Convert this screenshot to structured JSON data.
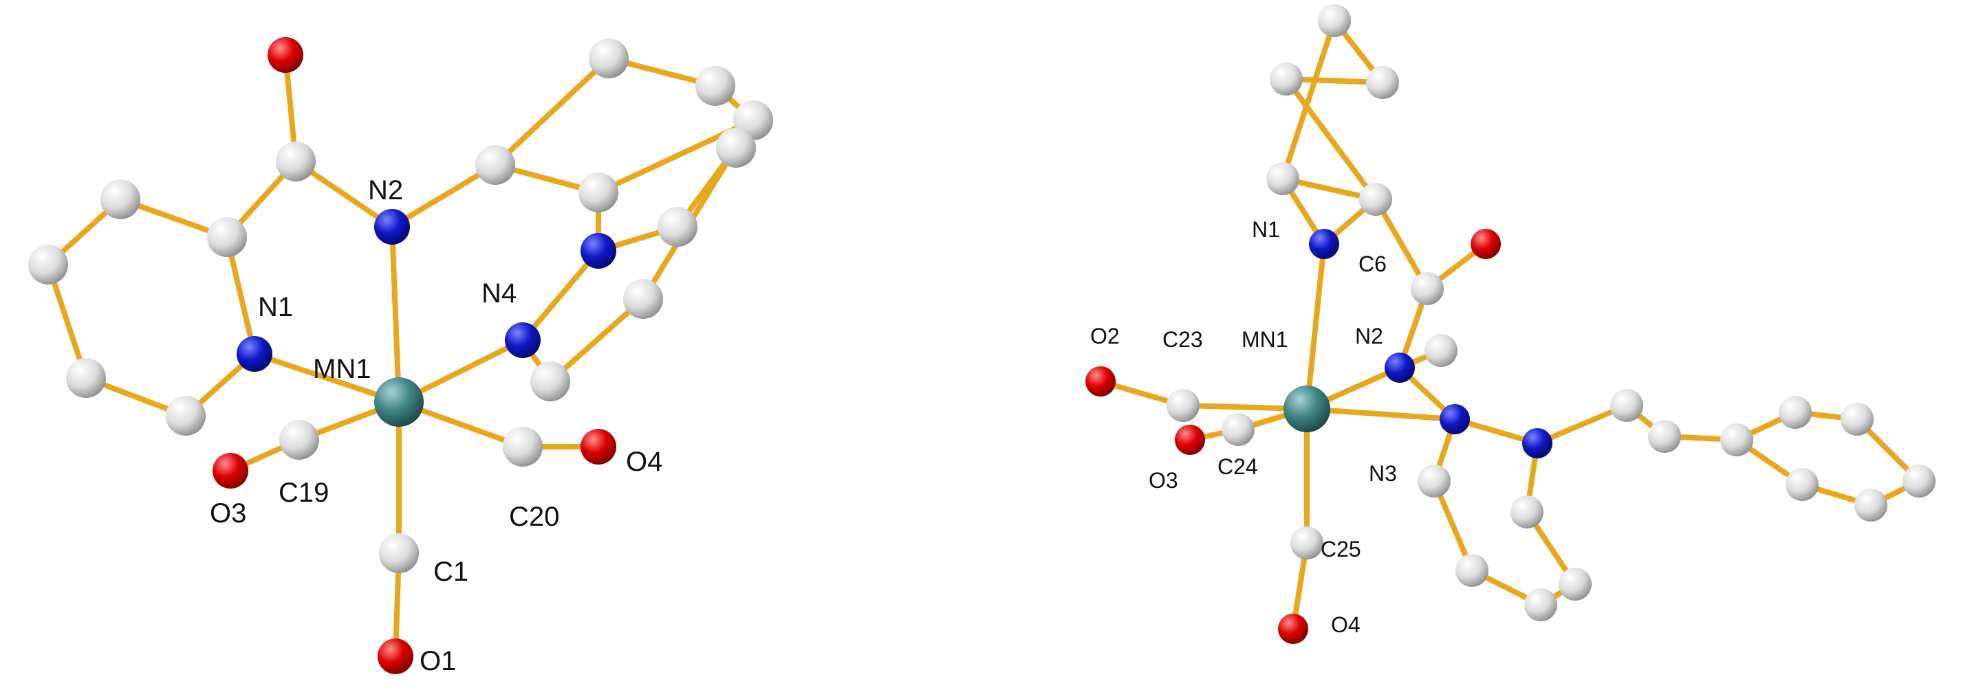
{
  "colors": {
    "bond": "#e8a81e",
    "carbon": "#dcdcdc",
    "nitrogen": "#1018c8",
    "oxygen": "#dd0000",
    "manganese": "#3f8585"
  },
  "structures": [
    {
      "atoms": [
        {
          "id": "O_top",
          "el": "O",
          "label": ""
        },
        {
          "id": "C_co",
          "el": "C",
          "label": ""
        },
        {
          "id": "N2",
          "el": "N",
          "label": "N2"
        },
        {
          "id": "Ca",
          "el": "C",
          "label": ""
        },
        {
          "id": "Cb",
          "el": "C",
          "label": ""
        },
        {
          "id": "Cc",
          "el": "C",
          "label": ""
        },
        {
          "id": "Cd",
          "el": "C",
          "label": ""
        },
        {
          "id": "Ce",
          "el": "C",
          "label": ""
        },
        {
          "id": "N1",
          "el": "N",
          "label": "N1"
        },
        {
          "id": "MN1",
          "el": "Mn",
          "label": "MN1"
        },
        {
          "id": "Cp1",
          "el": "C",
          "label": ""
        },
        {
          "id": "Cp2",
          "el": "C",
          "label": ""
        },
        {
          "id": "Cp3",
          "el": "C",
          "label": ""
        },
        {
          "id": "Cp4",
          "el": "C",
          "label": ""
        },
        {
          "id": "Cp5",
          "el": "C",
          "label": ""
        },
        {
          "id": "Nb",
          "el": "N",
          "label": ""
        },
        {
          "id": "Cq1",
          "el": "C",
          "label": ""
        },
        {
          "id": "Cq2",
          "el": "C",
          "label": ""
        },
        {
          "id": "Cq3",
          "el": "C",
          "label": ""
        },
        {
          "id": "N4",
          "el": "N",
          "label": "N4"
        },
        {
          "id": "Cq4",
          "el": "C",
          "label": ""
        },
        {
          "id": "C19",
          "el": "C",
          "label": "C19"
        },
        {
          "id": "O3",
          "el": "O",
          "label": "O3"
        },
        {
          "id": "C20",
          "el": "C",
          "label": "C20"
        },
        {
          "id": "O4",
          "el": "O",
          "label": "O4"
        },
        {
          "id": "C1",
          "el": "C",
          "label": "C1"
        },
        {
          "id": "O1",
          "el": "O",
          "label": "O1"
        }
      ],
      "bonds": [
        [
          "O_top",
          "C_co"
        ],
        [
          "C_co",
          "N2"
        ],
        [
          "C_co",
          "Ca"
        ],
        [
          "Ca",
          "Cb"
        ],
        [
          "Cb",
          "Cc"
        ],
        [
          "Cc",
          "Cd"
        ],
        [
          "Cd",
          "Ce"
        ],
        [
          "Ce",
          "N1"
        ],
        [
          "N1",
          "Ca"
        ],
        [
          "N2",
          "MN1"
        ],
        [
          "N1",
          "MN1"
        ],
        [
          "N4",
          "MN1"
        ],
        [
          "C19",
          "MN1"
        ],
        [
          "C20",
          "MN1"
        ],
        [
          "C1",
          "MN1"
        ],
        [
          "N2",
          "Cp1"
        ],
        [
          "Cp1",
          "Cp2"
        ],
        [
          "Cp2",
          "Cp3"
        ],
        [
          "Cp3",
          "Cp4"
        ],
        [
          "Cp4",
          "Cp5"
        ],
        [
          "Cp5",
          "Cp1"
        ],
        [
          "Cp5",
          "Nb"
        ],
        [
          "Nb",
          "N4"
        ],
        [
          "Nb",
          "Cq1"
        ],
        [
          "Cq1",
          "Cq2"
        ],
        [
          "Cq2",
          "Cq3"
        ],
        [
          "Cq3",
          "Cq4"
        ],
        [
          "Cq4",
          "N4"
        ],
        [
          "C19",
          "O3"
        ],
        [
          "C20",
          "O4"
        ],
        [
          "C1",
          "O1"
        ]
      ]
    },
    {
      "atoms": [
        {
          "id": "Ct1",
          "el": "C",
          "label": ""
        },
        {
          "id": "Ct2",
          "el": "C",
          "label": ""
        },
        {
          "id": "Ct3",
          "el": "C",
          "label": ""
        },
        {
          "id": "Ct4",
          "el": "C",
          "label": ""
        },
        {
          "id": "Ct5",
          "el": "C",
          "label": ""
        },
        {
          "id": "N1",
          "el": "N",
          "label": "N1"
        },
        {
          "id": "C6",
          "el": "C",
          "label": "C6"
        },
        {
          "id": "O_c6",
          "el": "O",
          "label": ""
        },
        {
          "id": "N2",
          "el": "N",
          "label": "N2"
        },
        {
          "id": "MN1",
          "el": "Mn",
          "label": "MN1"
        },
        {
          "id": "C23",
          "el": "C",
          "label": "C23"
        },
        {
          "id": "O2",
          "el": "O",
          "label": "O2"
        },
        {
          "id": "C24",
          "el": "C",
          "label": "C24"
        },
        {
          "id": "O3",
          "el": "O",
          "label": "O3"
        },
        {
          "id": "C25",
          "el": "C",
          "label": "C25"
        },
        {
          "id": "O4",
          "el": "O",
          "label": "O4"
        },
        {
          "id": "N3",
          "el": "N",
          "label": "N3"
        },
        {
          "id": "Nx",
          "el": "N",
          "label": ""
        },
        {
          "id": "Ca1",
          "el": "C",
          "label": ""
        },
        {
          "id": "Ca2",
          "el": "C",
          "label": ""
        },
        {
          "id": "Ca3",
          "el": "C",
          "label": ""
        },
        {
          "id": "Cph1",
          "el": "C",
          "label": ""
        },
        {
          "id": "Cph2",
          "el": "C",
          "label": ""
        },
        {
          "id": "Cph3",
          "el": "C",
          "label": ""
        },
        {
          "id": "Cph4",
          "el": "C",
          "label": ""
        },
        {
          "id": "Cph5",
          "el": "C",
          "label": ""
        },
        {
          "id": "Cph6",
          "el": "C",
          "label": ""
        },
        {
          "id": "Cl1",
          "el": "C",
          "label": ""
        },
        {
          "id": "Cl2",
          "el": "C",
          "label": ""
        },
        {
          "id": "Cl3",
          "el": "C",
          "label": ""
        },
        {
          "id": "Cl4",
          "el": "C",
          "label": ""
        },
        {
          "id": "Cl5",
          "el": "C",
          "label": ""
        }
      ],
      "bonds": [
        [
          "Ct1",
          "Ct2"
        ],
        [
          "Ct2",
          "Ct3"
        ],
        [
          "Ct3",
          "Ct4"
        ],
        [
          "Ct4",
          "Ct5"
        ],
        [
          "Ct5",
          "N1"
        ],
        [
          "N1",
          "Ct4"
        ],
        [
          "Ct1",
          "Ct5"
        ],
        [
          "Ct4",
          "C6"
        ],
        [
          "C6",
          "O_c6"
        ],
        [
          "C6",
          "N2"
        ],
        [
          "N2",
          "MN1"
        ],
        [
          "N1",
          "MN1"
        ],
        [
          "N3",
          "MN1"
        ],
        [
          "MN1",
          "C23"
        ],
        [
          "C23",
          "O2"
        ],
        [
          "MN1",
          "C24"
        ],
        [
          "C24",
          "O3"
        ],
        [
          "MN1",
          "C25"
        ],
        [
          "C25",
          "O4"
        ],
        [
          "N2",
          "Ca1"
        ],
        [
          "N2",
          "N3"
        ],
        [
          "N3",
          "Nx"
        ],
        [
          "Nx",
          "Ca2"
        ],
        [
          "Ca2",
          "Ca3"
        ],
        [
          "Ca3",
          "Cph1"
        ],
        [
          "Cph1",
          "Cph2"
        ],
        [
          "Cph2",
          "Cph3"
        ],
        [
          "Cph3",
          "Cph4"
        ],
        [
          "Cph4",
          "Cph5"
        ],
        [
          "Cph5",
          "Cph6"
        ],
        [
          "Cph6",
          "Cph1"
        ],
        [
          "N3",
          "Cl1"
        ],
        [
          "Cl1",
          "Cl2"
        ],
        [
          "Cl2",
          "Cl3"
        ],
        [
          "Cl3",
          "Cl4"
        ],
        [
          "Cl4",
          "Cl5"
        ],
        [
          "Cl5",
          "Nx"
        ]
      ]
    }
  ]
}
